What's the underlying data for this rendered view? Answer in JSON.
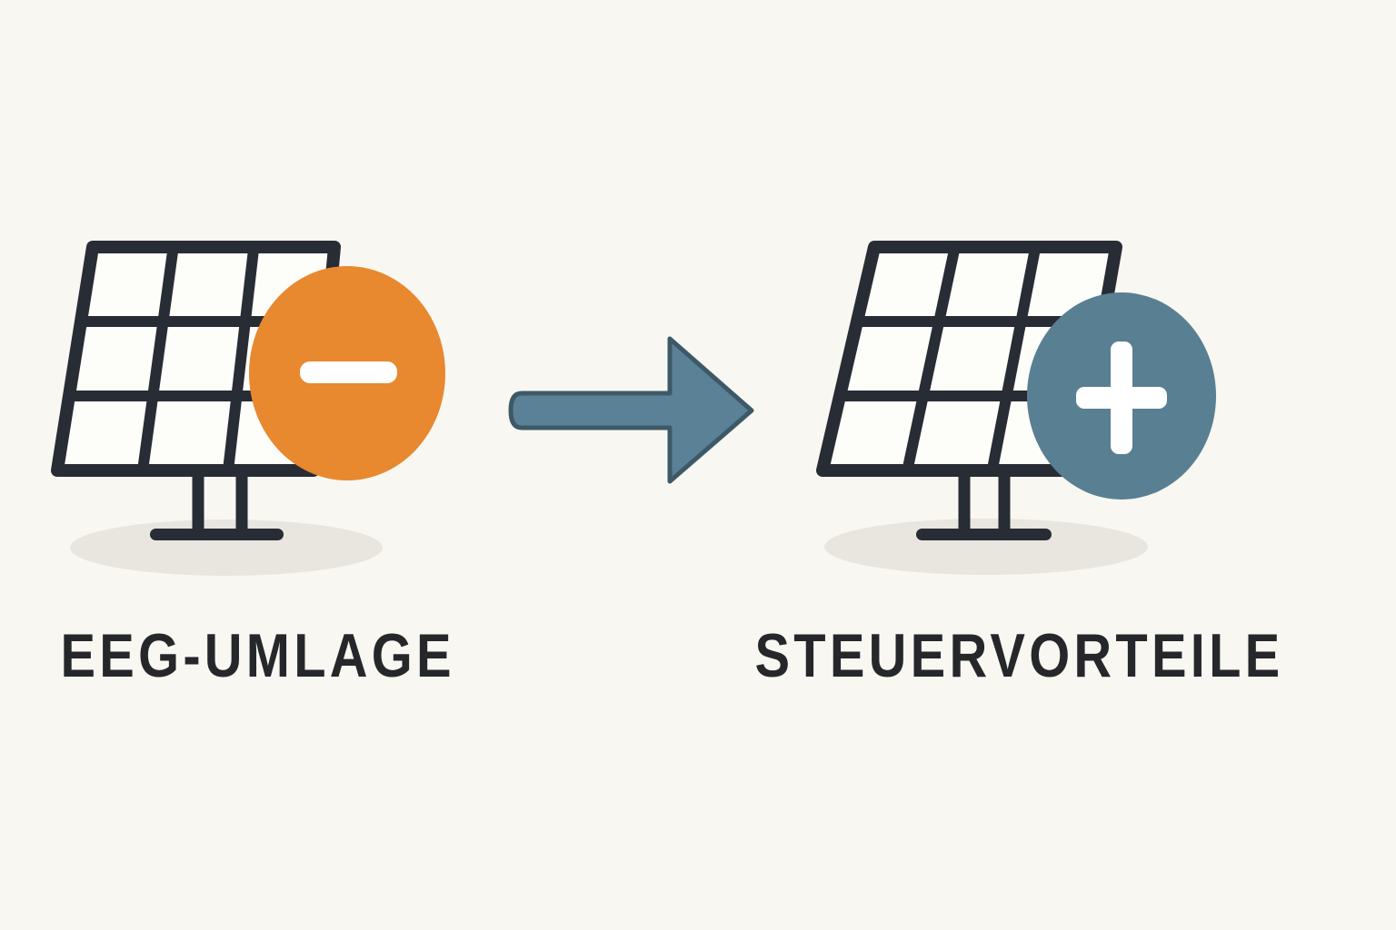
{
  "figure_left": {
    "label": "EEG-UMLAGE",
    "icon": "solar-panel",
    "badge": {
      "type": "minus",
      "color": "#e8882f"
    }
  },
  "figure_right": {
    "label": "STEUERVORTEILE",
    "icon": "solar-panel",
    "badge": {
      "type": "plus",
      "color": "#597f93"
    }
  },
  "arrow": {
    "direction": "left-to-right",
    "color": "#5b8196"
  },
  "colors": {
    "background": "#f8f7f1",
    "panel-stroke": "#282c34",
    "panel-fill": "#fdfdfa",
    "shadow": "#e9e6df",
    "badge-orange": "#e8882f",
    "badge-blue": "#597f93",
    "badge-glyph": "#ffffff",
    "arrow": "#5b8196",
    "arrow-edge": "#3d5968",
    "text": "#26272b"
  }
}
